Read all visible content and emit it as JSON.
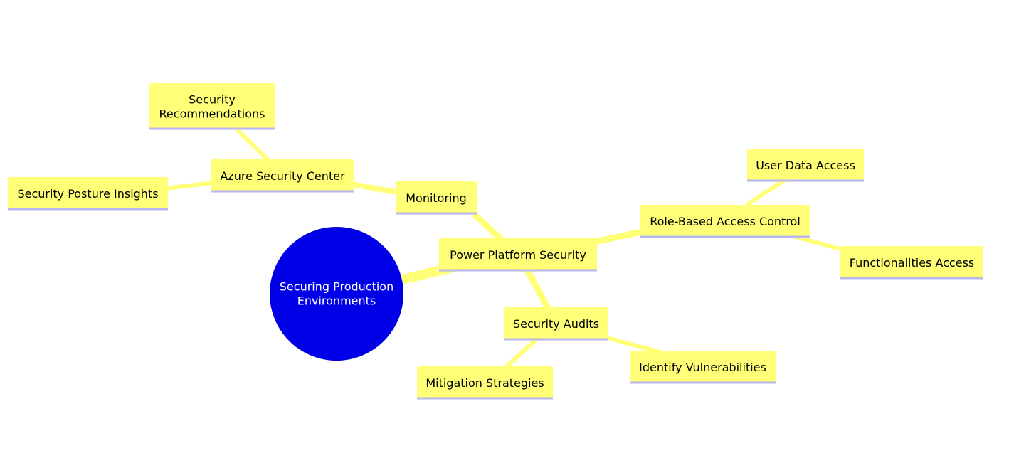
{
  "colors": {
    "root_fill": "#0000e6",
    "root_text": "#ffffff",
    "node_fill": "#ffff78",
    "node_text": "#000000",
    "node_underline": "#b7b6ee",
    "edge": "#ffff78"
  },
  "mindmap": {
    "root": {
      "id": "root",
      "label_lines": [
        "Securing Production",
        "Environments"
      ]
    },
    "nodes": [
      {
        "id": "power-platform-security",
        "parent": "root",
        "label_lines": [
          "Power Platform Security"
        ]
      },
      {
        "id": "monitoring",
        "parent": "power-platform-security",
        "label_lines": [
          "Monitoring"
        ]
      },
      {
        "id": "azure-security-center",
        "parent": "monitoring",
        "label_lines": [
          "Azure Security Center"
        ]
      },
      {
        "id": "security-recommendations",
        "parent": "azure-security-center",
        "label_lines": [
          "Security",
          "Recommendations"
        ]
      },
      {
        "id": "security-posture-insights",
        "parent": "azure-security-center",
        "label_lines": [
          "Security Posture Insights"
        ]
      },
      {
        "id": "role-based-access-control",
        "parent": "power-platform-security",
        "label_lines": [
          "Role-Based Access Control"
        ]
      },
      {
        "id": "user-data-access",
        "parent": "role-based-access-control",
        "label_lines": [
          "User Data Access"
        ]
      },
      {
        "id": "functionalities-access",
        "parent": "role-based-access-control",
        "label_lines": [
          "Functionalities Access"
        ]
      },
      {
        "id": "security-audits",
        "parent": "power-platform-security",
        "label_lines": [
          "Security Audits"
        ]
      },
      {
        "id": "mitigation-strategies",
        "parent": "security-audits",
        "label_lines": [
          "Mitigation Strategies"
        ]
      },
      {
        "id": "identify-vulnerabilities",
        "parent": "security-audits",
        "label_lines": [
          "Identify Vulnerabilities"
        ]
      }
    ]
  }
}
